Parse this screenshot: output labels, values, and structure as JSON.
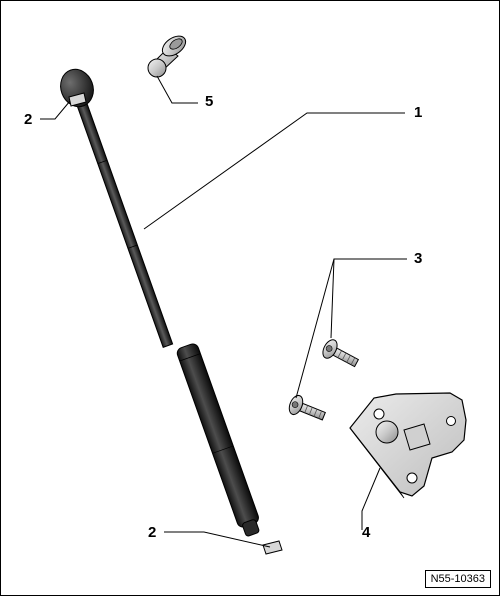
{
  "diagram": {
    "callouts": [
      {
        "id": "1",
        "label": "1"
      },
      {
        "id": "2a",
        "label": "2"
      },
      {
        "id": "2b",
        "label": "2"
      },
      {
        "id": "3",
        "label": "3"
      },
      {
        "id": "4",
        "label": "4"
      },
      {
        "id": "5",
        "label": "5"
      }
    ],
    "reference_code": "N55-10363"
  },
  "parts": [
    {
      "number": "1",
      "icon": "gas-strut-icon"
    },
    {
      "number": "2",
      "icon": "retaining-clip-icon"
    },
    {
      "number": "3",
      "icon": "screw-icon"
    },
    {
      "number": "4",
      "icon": "mounting-bracket-icon"
    },
    {
      "number": "5",
      "icon": "ball-stud-icon"
    }
  ]
}
